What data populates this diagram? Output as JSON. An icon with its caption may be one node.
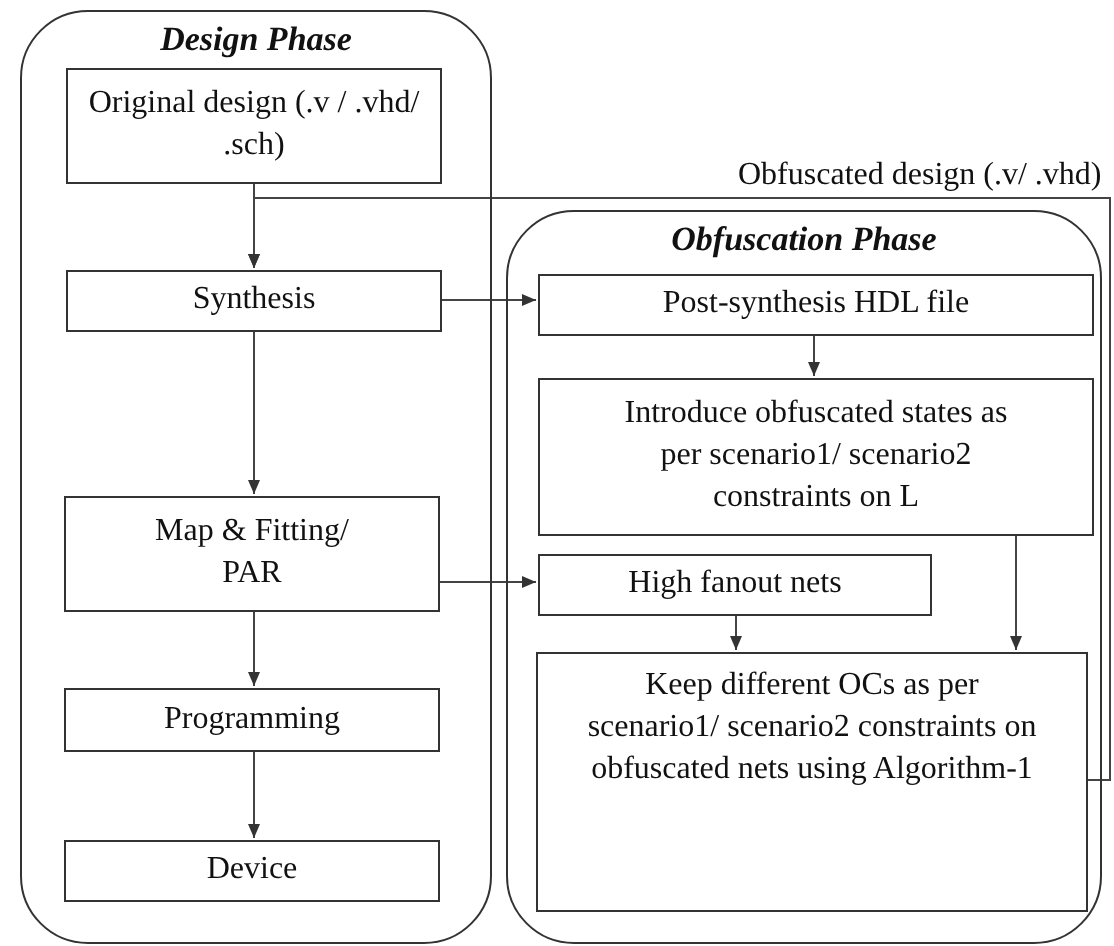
{
  "diagram": {
    "nodes": [
      {
        "text": [
          "Design Phase"
        ]
      },
      {
        "text": [
          "Original design (.v / .vhd/ .sch)"
        ],
        "in": 0
      },
      {
        "text": [
          "Synthesis"
        ],
        "in": 0
      },
      {
        "text": [
          "Map & Fitting/ PAR"
        ],
        "in": 0
      },
      {
        "text": [
          "Programming"
        ],
        "in": 0
      },
      {
        "text": [
          "Device"
        ],
        "in": 0
      },
      {
        "text": [
          "Obfuscation Phase"
        ]
      },
      {
        "text": [
          "Post-synthesis HDL file"
        ],
        "in": 6
      },
      {
        "text": [
          "Introduce obfuscated states as per scenario1/ scenario2 constraints on L"
        ],
        "in": 6
      },
      {
        "text": [
          "High fanout nets"
        ],
        "in": 6
      },
      {
        "text": [
          "Keep different OCs as per scenario1/ scenario2 constraints on obfuscated nets using Algorithm-1"
        ],
        "in": 6
      }
    ],
    "edges": [
      {
        "from": 1,
        "to": 2,
        "arrow": "to"
      },
      {
        "from": 2,
        "to": 7,
        "arrow": "to"
      },
      {
        "from": 7,
        "to": 8,
        "arrow": "to"
      },
      {
        "from": 2,
        "to": 3,
        "arrow": "to"
      },
      {
        "from": 3,
        "to": 9,
        "arrow": "to"
      },
      {
        "from": 3,
        "to": 4,
        "arrow": "to"
      },
      {
        "from": 4,
        "to": 5,
        "arrow": "to"
      },
      {
        "from": 9,
        "to": 10,
        "arrow": "to"
      },
      {
        "from": 8,
        "to": 10,
        "arrow": "to"
      },
      {
        "from": 10,
        "to": 2,
        "arrow": "to",
        "label": "Obfuscated design (.v/ .vhd)"
      }
    ]
  }
}
